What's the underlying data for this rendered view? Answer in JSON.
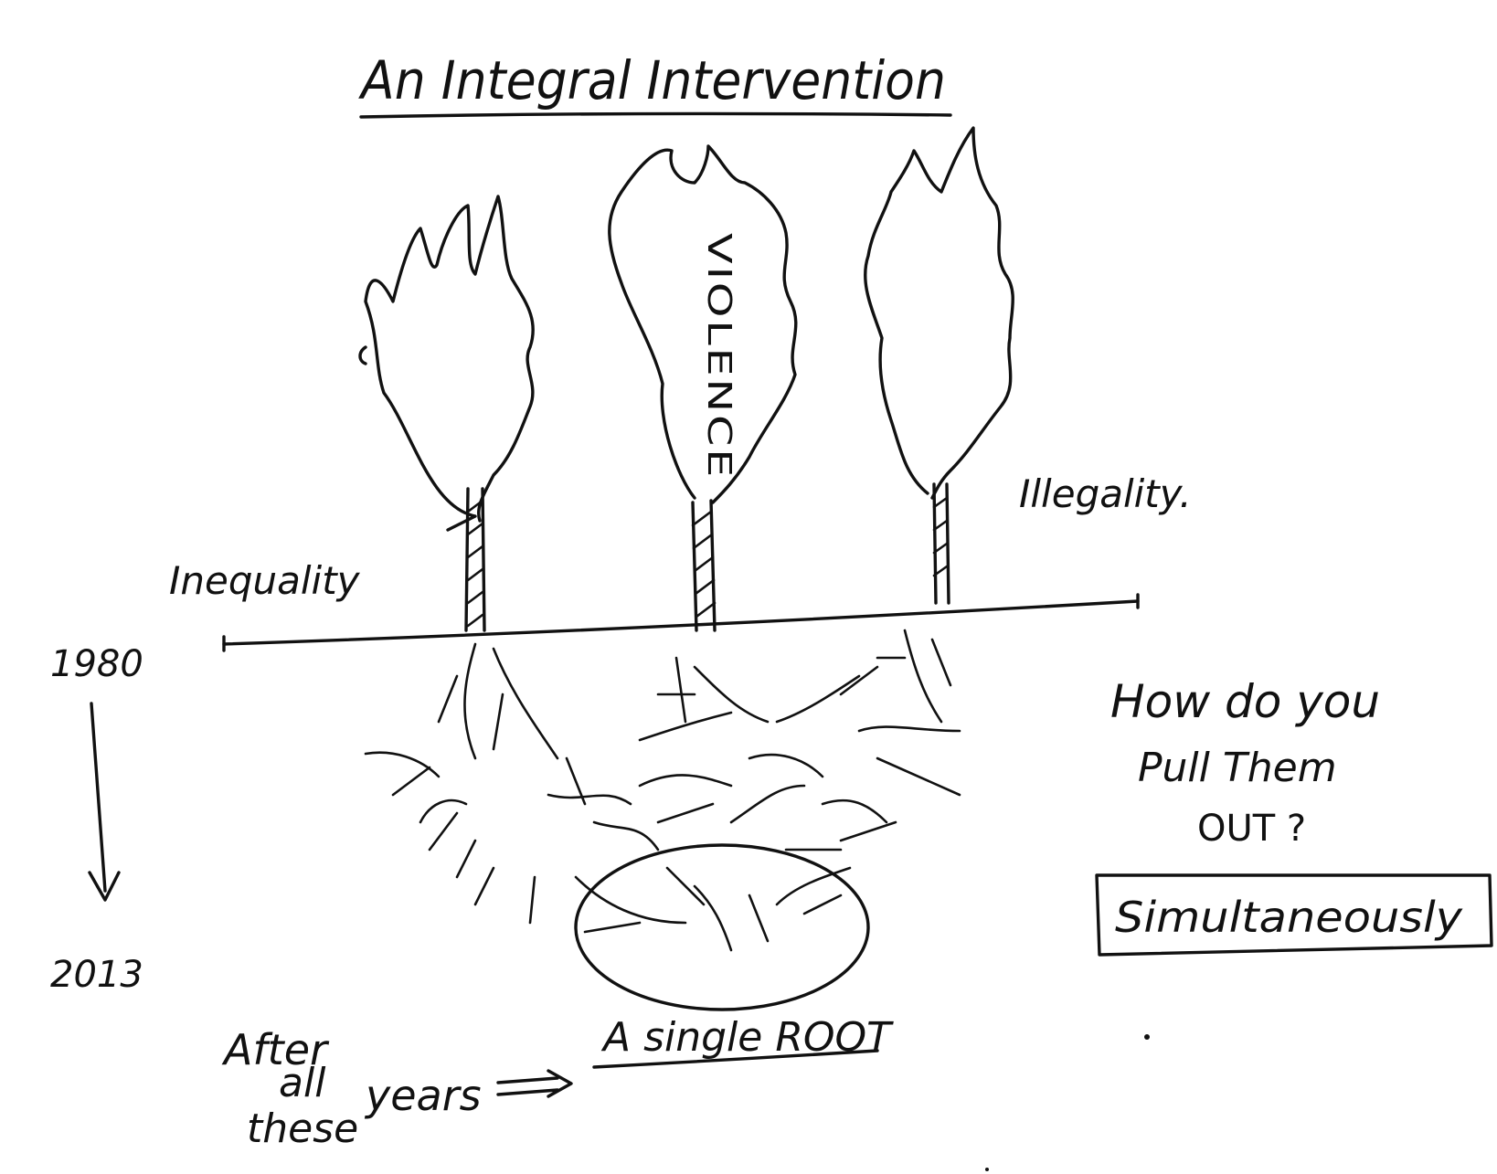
{
  "title": "An Integral Intervention",
  "labels": {
    "flame_center": "VIOLENCE",
    "flame_right": "Illegality.",
    "flame_left": "Inequality",
    "year_start": "1980",
    "year_end": "2013",
    "question_line1": "How do you",
    "question_line2": "Pull Them",
    "question_line3": "OUT ?",
    "answer": "Simultaneously",
    "root": "A single ROOT",
    "after_1": "After",
    "after_2": "all",
    "after_3": "these",
    "after_4": "years"
  },
  "colors": {
    "ink": "#111111",
    "paper": "#ffffff"
  }
}
